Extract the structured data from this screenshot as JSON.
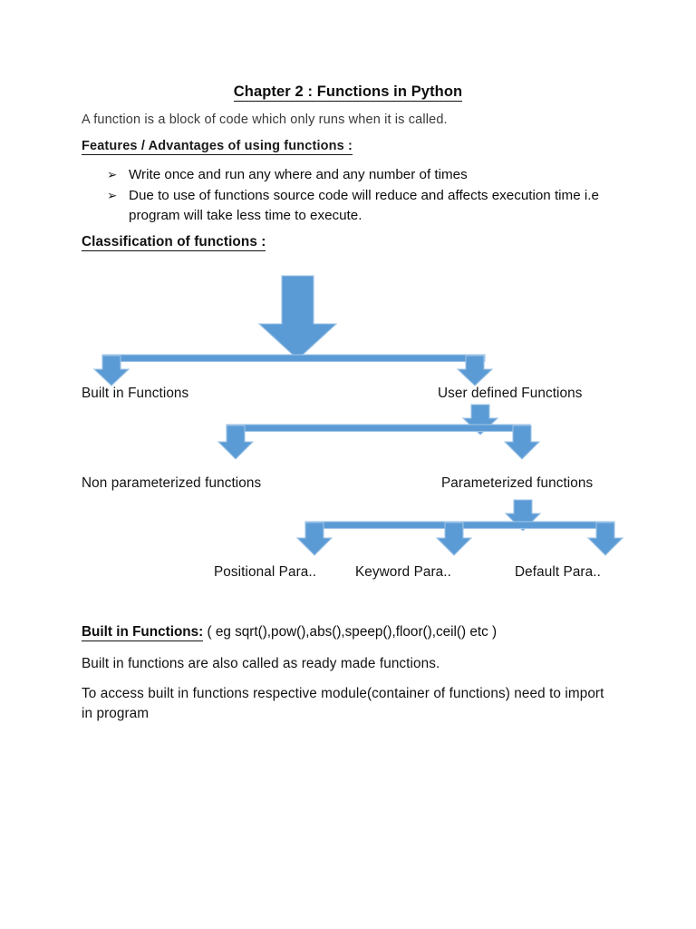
{
  "document": {
    "title": "Chapter 2 : Functions in Python",
    "intro": "A function is a block of code which only runs when it is called.",
    "features_heading": "Features / Advantages of using functions :",
    "bullet_glyph": "➢",
    "bullets": [
      "Write once and run any where and any number of times",
      "Due to use of functions source code will reduce and affects execution time i.e program will take less time to execute."
    ],
    "classification_heading": "Classification of functions :"
  },
  "diagram": {
    "accent_color": "#5B9BD5",
    "accent_border": "#41719C",
    "nodes": {
      "builtin": "Built in Functions",
      "user_defined": "User defined Functions",
      "non_parameterized": "Non parameterized functions",
      "parameterized": "Parameterized functions",
      "positional": "Positional Para..",
      "keyword": "Keyword Para..",
      "default": "Default Para.."
    }
  },
  "builtin_section": {
    "heading": "Built in Functions:",
    "heading_tail": " ( eg sqrt(),pow(),abs(),speep(),floor(),ceil() etc )",
    "paragraph_1": "Built in functions are also called as ready made functions.",
    "paragraph_2": "To access built in functions respective module(container of functions) need to import in program"
  }
}
